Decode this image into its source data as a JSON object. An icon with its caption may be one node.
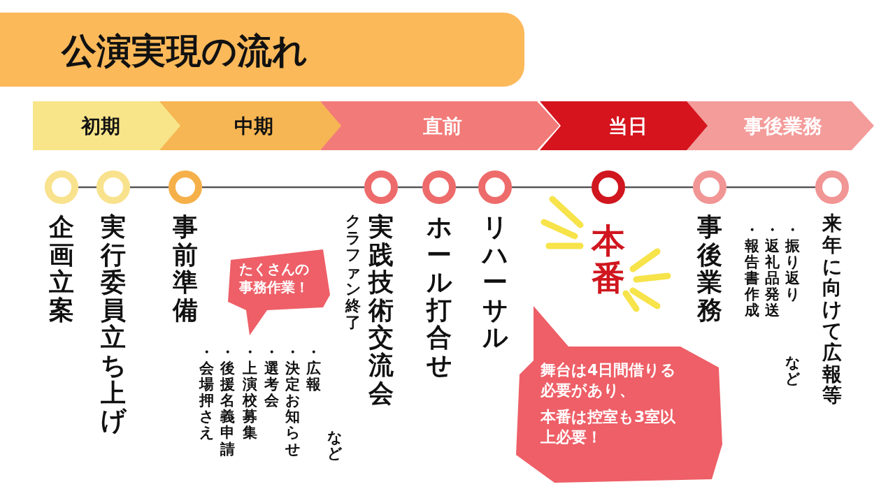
{
  "diagram": {
    "title": "公演実現の流れ",
    "nodes": [
      {
        "text": [
          "初期"
        ]
      },
      {
        "text": [
          "中期"
        ]
      },
      {
        "text": [
          "直前"
        ]
      },
      {
        "text": [
          "当日"
        ]
      },
      {
        "text": [
          "事後業務"
        ]
      },
      {
        "text": [
          "企画立案"
        ]
      },
      {
        "text": [
          "実行委員立ち上げ"
        ]
      },
      {
        "text": [
          "事前準備"
        ],
        "beside": [
          "・広報",
          "・決定お知らせ",
          "・選考会",
          "・上演校募集",
          "・後援名義申請",
          "・会場押さえ",
          "など"
        ]
      },
      {
        "text": [
          "実践技術交流会"
        ],
        "beside": [
          "クラファン終了"
        ]
      },
      {
        "text": [
          "ホール打合せ"
        ]
      },
      {
        "text": [
          "リハーサル"
        ]
      },
      {
        "text": [
          "本番"
        ]
      },
      {
        "text": [
          "事後業務"
        ],
        "beside": [
          "・振り返り",
          "・返礼品発送",
          "・報告書作成",
          "など"
        ]
      },
      {
        "text": [
          "来年に向けて広報等"
        ]
      },
      {
        "text": [
          "たくさんの事務作業！"
        ]
      },
      {
        "text": [
          "舞台は4日間借りる必要があり、",
          "本番は控室も3室以上必要！"
        ]
      }
    ],
    "edges": [
      {
        "from": 5,
        "to": 6,
        "arrow": "none"
      },
      {
        "from": 6,
        "to": 7,
        "arrow": "none"
      },
      {
        "from": 7,
        "to": 8,
        "arrow": "none"
      },
      {
        "from": 8,
        "to": 9,
        "arrow": "none"
      },
      {
        "from": 9,
        "to": 10,
        "arrow": "none"
      },
      {
        "from": 10,
        "to": 11,
        "arrow": "none"
      },
      {
        "from": 11,
        "to": 12,
        "arrow": "none"
      },
      {
        "from": 12,
        "to": 13,
        "arrow": "none"
      }
    ]
  }
}
